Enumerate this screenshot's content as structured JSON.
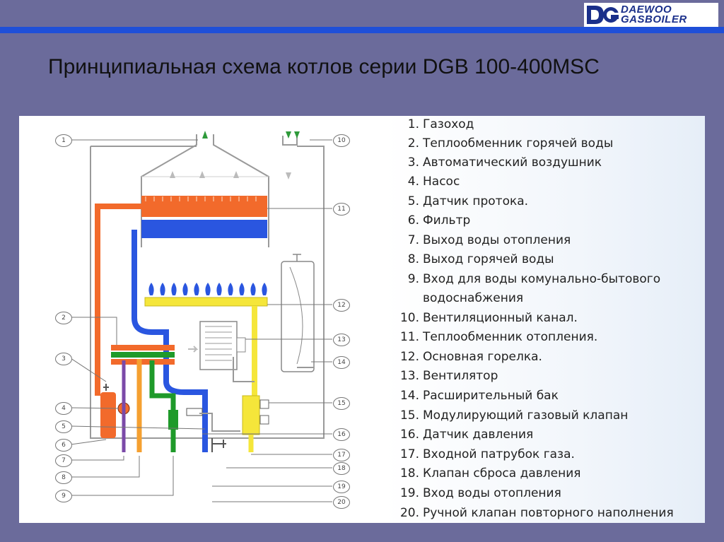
{
  "logo": {
    "line1": "DAEWOO",
    "line2": "GASBOILER",
    "mark": "DG"
  },
  "title": "Принципиальная схема котлов серии DGB 100-400MSC",
  "callouts": [
    "1",
    "2",
    "3",
    "4",
    "5",
    "6",
    "7",
    "8",
    "9",
    "10",
    "11",
    "12",
    "13",
    "14",
    "15",
    "16",
    "17",
    "18",
    "19",
    "20"
  ],
  "legend": [
    {
      "num": "1.",
      "text": "Газоход"
    },
    {
      "num": "2.",
      "text": "Теплообменник горячей воды"
    },
    {
      "num": "3.",
      "text": "Автоматический воздушник"
    },
    {
      "num": "4.",
      "text": "Насос"
    },
    {
      "num": "5.",
      "text": "Датчик протока."
    },
    {
      "num": "6.",
      "text": "Фильтр"
    },
    {
      "num": "7.",
      "text": "Выход воды отопления"
    },
    {
      "num": "8.",
      "text": "Выход горячей воды"
    },
    {
      "num": "9.",
      "text": "Вход для воды комунально-бытового"
    },
    {
      "num": "",
      "text": "водоснабжения"
    },
    {
      "num": "10.",
      "text": "Вентиляционный канал."
    },
    {
      "num": "11.",
      "text": "Теплообменник отопления."
    },
    {
      "num": "12.",
      "text": "Основная горелка."
    },
    {
      "num": "13.",
      "text": "Вентилятор"
    },
    {
      "num": "14.",
      "text": "Расширительный бак"
    },
    {
      "num": "15.",
      "text": "Модулирующий газовый клапан"
    },
    {
      "num": "16.",
      "text": "Датчик давления"
    },
    {
      "num": "17.",
      "text": "Входной патрубок газа."
    },
    {
      "num": "18.",
      "text": "Клапан сброса давления"
    },
    {
      "num": "19.",
      "text": "Вход воды отопления"
    },
    {
      "num": "20.",
      "text": "Ручной клапан повторного наполнения"
    }
  ],
  "colors": {
    "hot": "#f26a2b",
    "cold": "#2a56e0",
    "gas": "#f5e63a",
    "green": "#1f9a2a",
    "purple": "#7b4aa8",
    "stripe": "#1f4fd8",
    "bg": "#6b6b9b"
  }
}
